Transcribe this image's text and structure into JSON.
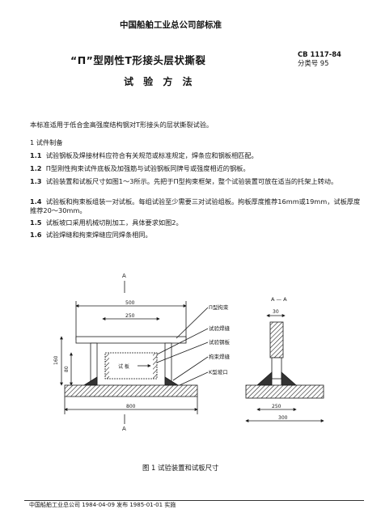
{
  "header": {
    "org": "中国船舶工业总公司部标准",
    "std_no": "CB 1117-84",
    "category": "分类号 95"
  },
  "title": {
    "main": "“Π”型刚性T形接头层状撕裂",
    "sub": "试 验 方 法"
  },
  "intro": "本标准适用于低合金高强度结构钢对T形接头的层状撕裂试验。",
  "section1": {
    "heading": "1  试件制备",
    "items": [
      {
        "num": "1.1",
        "text": "试验钢板及焊接材料应符合有关规范或标准规定，焊条应和钢板相匹配。"
      },
      {
        "num": "1.2",
        "text": "Π型刚性拘束试件底板及加强筋与试验钢板同牌号或强度相近的钢板。"
      },
      {
        "num": "1.3",
        "text": "试验装置和试板尺寸如图1～3所示。先把于Π型拘束框架，整个试验装置可放在适当的托架上转动。"
      },
      {
        "num": "1.4",
        "text": "试验板和拘束板组装一对试板。每组试验至少需要三对试验组板。拘板厚度推荐16mm或19mm，试板厚度推荐20～30mm。"
      },
      {
        "num": "1.5",
        "text": "试板坡口采用机械切削加工，具体要求如图2。"
      },
      {
        "num": "1.6",
        "text": "试验焊缝和拘束焊缝应同焊条相同。"
      }
    ]
  },
  "figure": {
    "caption": "图 1   试验装置和试板尺寸",
    "section_mark": "A — A",
    "side_marks": [
      "A",
      "A"
    ],
    "callouts": [
      "Π型拘束",
      "试验焊缝",
      "试验钢板",
      "拘束焊缝",
      "K型坡口"
    ],
    "dims": {
      "top_span": "500",
      "inner_span": "250",
      "left_h1": "160",
      "left_h2": "80",
      "bottom_span": "800",
      "side_top": "30",
      "side_bottom": "250",
      "side_base": "300"
    },
    "plate_label": "试 板"
  },
  "footer": "中国船舶工业总公司  1984-04-09 发布                  1985-01-01 实施"
}
